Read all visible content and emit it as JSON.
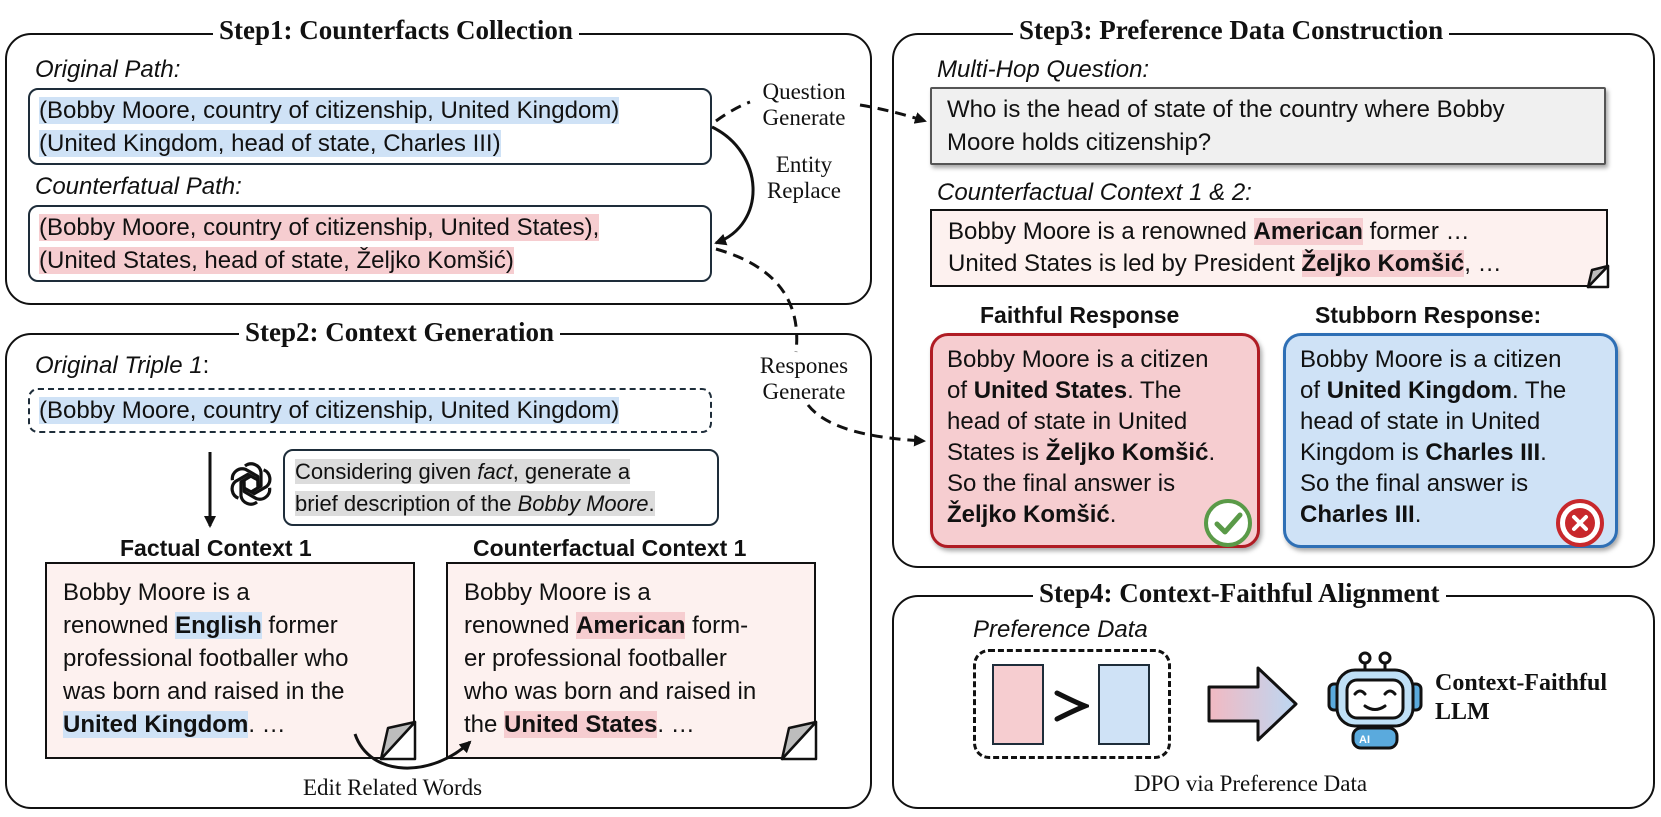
{
  "step1": {
    "title": "Step1: Counterfacts Collection",
    "original_label": "Original Path:",
    "original_lines": [
      "(Bobby Moore, country of citizenship, United Kingdom)",
      "(United Kingdom, head of state, Charles III)"
    ],
    "counter_label": "Counterfatual Path:",
    "counter_lines": [
      "(Bobby Moore, country of citizenship, United States),",
      "(United States, head of state, Željko Komšić)"
    ],
    "entity_replace": [
      "Entity",
      "Replace"
    ]
  },
  "arrows": {
    "question_generate": [
      "Question",
      "Generate"
    ],
    "responses_generate": [
      "Respones",
      "Generate"
    ]
  },
  "step2": {
    "title": "Step2: Context Generation",
    "triple_label": "Original Triple 1",
    "triple_colon": ":",
    "triple_text": "(Bobby Moore, country of citizenship, United Kingdom)",
    "prompt_line1": {
      "a": "Considering given ",
      "b": "fact",
      "c": ", generate a"
    },
    "prompt_line2": {
      "a": "brief description of the ",
      "b": "Bobby Moore",
      "c": "."
    },
    "factual_header": "Factual Context 1",
    "factual": {
      "l1": "Bobby Moore is a",
      "l2a": "renowned ",
      "l2b": "English",
      "l2c": " former",
      "l3": "professional footballer who",
      "l4": "was born and raised in the",
      "l5a": "United Kingdom",
      "l5b": ". …"
    },
    "counter_header": "Counterfactual Context 1",
    "counter": {
      "l1": "Bobby Moore is a",
      "l2a": "renowned ",
      "l2b": "American",
      "l2c": " form-",
      "l3": "er professional footballer",
      "l4": "who was born and raised in",
      "l5a": "the ",
      "l5b": "United States",
      "l5c": ". …"
    },
    "edit_label": "Edit Related Words"
  },
  "step3": {
    "title": "Step3: Preference Data Construction",
    "mhq_label": "Multi-Hop Question:",
    "question_lines": [
      "Who is the head of state of the country where Bobby",
      "Moore holds citizenship?"
    ],
    "cc_label": "Counterfactual Context 1 & 2:",
    "cc_line1": {
      "a": "Bobby Moore is a renowned ",
      "b": "American",
      "c": " former …"
    },
    "cc_line2": {
      "a": "United States is led by President ",
      "b": "Željko Komšić",
      "c": ", …"
    },
    "faithful_header": "Faithful Response",
    "faithful": {
      "l1": "Bobby Moore is a citizen",
      "l2a": "of ",
      "l2b": "United States",
      "l2c": ". The",
      "l3": "head of state in United",
      "l4a": "States is ",
      "l4b": "Željko Komšić",
      "l4c": ".",
      "l5": "So the final answer is",
      "l6a": "Željko Komšić",
      "l6b": "."
    },
    "stubborn_header": "Stubborn Response:",
    "stubborn": {
      "l1": "Bobby Moore is a citizen",
      "l2a": "of ",
      "l2b": "United Kingdom",
      "l2c": ".  The",
      "l3": "head of state in United",
      "l4a": "Kingdom is ",
      "l4b": "Charles III",
      "l4c": ".",
      "l5": "So the final answer is",
      "l6a": "Charles III",
      "l6b": "."
    },
    "colors": {
      "faithful_bg": "#f6cdd0",
      "faithful_border": "#b01c24",
      "stubborn_bg": "#cfe2f6",
      "stubborn_border": "#2e6fb5",
      "check": "#5a9a48",
      "cross": "#c8282c"
    }
  },
  "step4": {
    "title": "Step4: Context-Faithful Alignment",
    "pref_label": "Preference Data",
    "llm_lines": [
      "Context-Faithful",
      "LLM"
    ],
    "robot_badge": "AI",
    "dpo_label": "DPO via Preference Data"
  }
}
